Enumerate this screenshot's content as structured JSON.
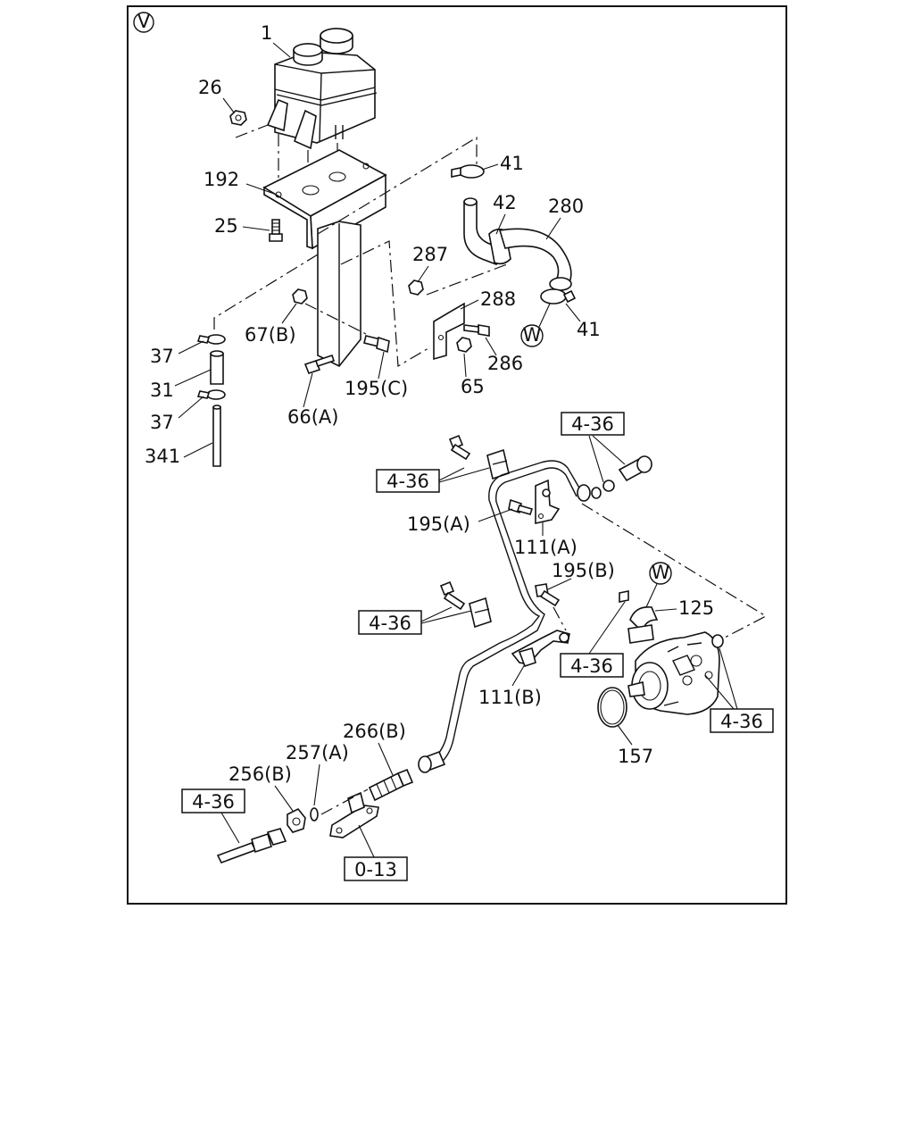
{
  "view_marker": "V",
  "part_labels": {
    "p1": "1",
    "p26": "26",
    "p192": "192",
    "p25": "25",
    "p41a": "41",
    "p42": "42",
    "p280": "280",
    "p287": "287",
    "p288": "288",
    "p41b": "41",
    "p67b": "67(B)",
    "p37a": "37",
    "p31": "31",
    "p37b": "37",
    "p341": "341",
    "p195c": "195(C)",
    "p66a": "66(A)",
    "p286": "286",
    "p65": "65",
    "p195a": "195(A)",
    "p111a": "111(A)",
    "p195b": "195(B)",
    "p125": "125",
    "p111b": "111(B)",
    "p157": "157",
    "p266b": "266(B)",
    "p257a": "257(A)",
    "p256b": "256(B)"
  },
  "ref_boxes": {
    "r1": "4-36",
    "r2": "4-36",
    "r3": "4-36",
    "r4": "4-36",
    "r5": "4-36",
    "r6": "4-36",
    "r7": "0-13"
  },
  "markers": {
    "w1": "W",
    "w2": "W"
  }
}
